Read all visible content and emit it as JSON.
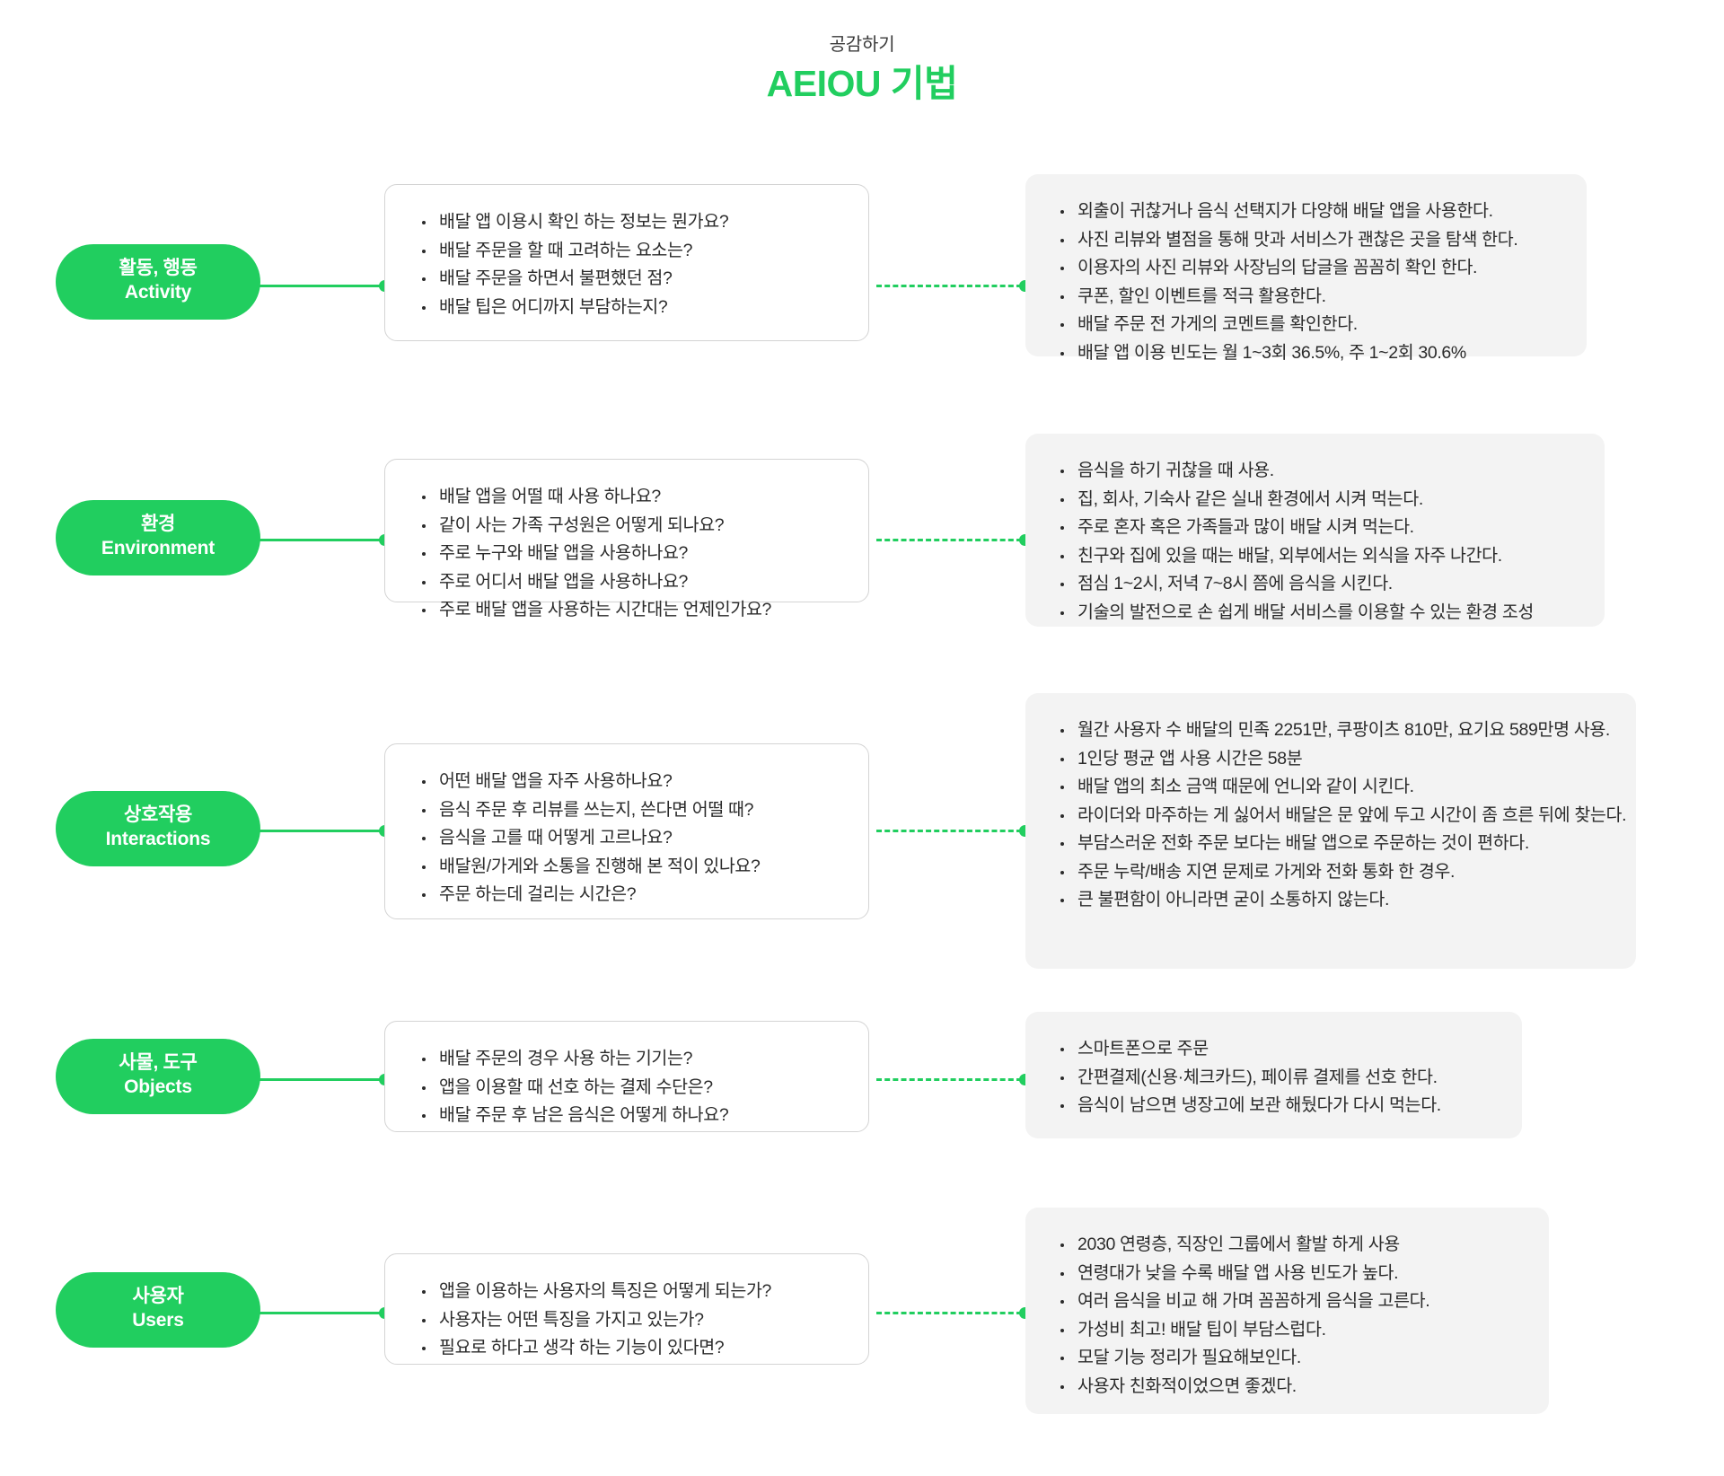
{
  "header": {
    "subtitle": "공감하기",
    "title": "AEIOU 기법"
  },
  "colors": {
    "accent_green": "#21CE5F",
    "answer_bg": "#f3f3f3",
    "question_border": "#d4d4d4",
    "text": "#2b2b2b"
  },
  "rows": [
    {
      "label_ko": "활동, 행동",
      "label_en": "Activity",
      "questions": [
        "배달 앱 이용시 확인 하는 정보는 뭔가요?",
        "배달 주문을 할 때 고려하는 요소는?",
        "배달 주문을 하면서 불편했던 점?",
        "배달 팁은 어디까지 부담하는지?"
      ],
      "answers": [
        "외출이 귀찮거나 음식 선택지가 다양해 배달 앱을 사용한다.",
        "사진 리뷰와 별점을 통해 맛과 서비스가 괜찮은 곳을 탐색 한다.",
        "이용자의 사진 리뷰와 사장님의 답글을 꼼꼼히 확인 한다.",
        "쿠폰, 할인 이벤트를 적극 활용한다.",
        "배달 주문 전 가게의 코멘트를 확인한다.",
        "배달 앱 이용 빈도는 월 1~3회 36.5%, 주 1~2회 30.6%"
      ]
    },
    {
      "label_ko": "환경",
      "label_en": "Environment",
      "questions": [
        "배달 앱을 어떨 때 사용 하나요?",
        "같이 사는 가족 구성원은 어떻게 되나요?",
        "주로 누구와 배달 앱을 사용하나요?",
        "주로 어디서 배달 앱을 사용하나요?",
        "주로 배달 앱을 사용하는 시간대는 언제인가요?"
      ],
      "answers": [
        "음식을 하기 귀찮을 때 사용.",
        "집, 회사, 기숙사 같은 실내 환경에서 시켜 먹는다.",
        "주로 혼자 혹은 가족들과 많이 배달 시켜 먹는다.",
        "친구와 집에 있을 때는 배달, 외부에서는 외식을 자주 나간다.",
        "점심 1~2시, 저녁 7~8시 쯤에 음식을 시킨다.",
        "기술의 발전으로 손 쉽게 배달 서비스를 이용할 수 있는 환경 조성"
      ]
    },
    {
      "label_ko": "상호작용",
      "label_en": "Interactions",
      "questions": [
        "어떤 배달 앱을 자주 사용하나요?",
        "음식 주문 후 리뷰를 쓰는지, 쓴다면 어떨 때?",
        "음식을 고를 때 어떻게 고르나요?",
        "배달원/가게와 소통을 진행해 본 적이 있나요?",
        "주문 하는데 걸리는 시간은?"
      ],
      "answers": [
        "월간 사용자 수 배달의 민족 2251만, 쿠팡이츠 810만, 요기요 589만명 사용.",
        "1인당 평균 앱 사용 시간은 58분",
        "배달 앱의 최소 금액 때문에 언니와 같이 시킨다.",
        "라이더와 마주하는 게 싫어서 배달은 문 앞에 두고 시간이 좀 흐른 뒤에 찾는다.",
        "부담스러운 전화 주문 보다는 배달 앱으로 주문하는 것이 편하다.",
        "주문 누락/배송 지연 문제로 가게와 전화 통화 한 경우.",
        "큰 불편함이 아니라면 굳이 소통하지 않는다."
      ]
    },
    {
      "label_ko": "사물, 도구",
      "label_en": "Objects",
      "questions": [
        "배달 주문의 경우 사용 하는 기기는?",
        "앱을 이용할 때 선호 하는 결제 수단은?",
        "배달 주문 후 남은 음식은 어떻게 하나요?"
      ],
      "answers": [
        "스마트폰으로 주문",
        "간편결제(신용·체크카드), 페이류 결제를 선호 한다.",
        "음식이 남으면 냉장고에 보관 해뒀다가 다시 먹는다."
      ]
    },
    {
      "label_ko": "사용자",
      "label_en": "Users",
      "questions": [
        "앱을 이용하는 사용자의 특징은 어떻게 되는가?",
        "사용자는 어떤 특징을 가지고 있는가?",
        "필요로 하다고 생각 하는 기능이 있다면?"
      ],
      "answers": [
        "2030 연령층, 직장인 그룹에서 활발 하게 사용",
        "연령대가 낮을 수록 배달 앱 사용 빈도가 높다.",
        "여러 음식을 비교 해 가며 꼼꼼하게 음식을 고른다.",
        "가성비 최고! 배달 팁이 부담스럽다.",
        "모달 기능 정리가 필요해보인다.",
        "사용자 친화적이었으면 좋겠다."
      ]
    }
  ]
}
